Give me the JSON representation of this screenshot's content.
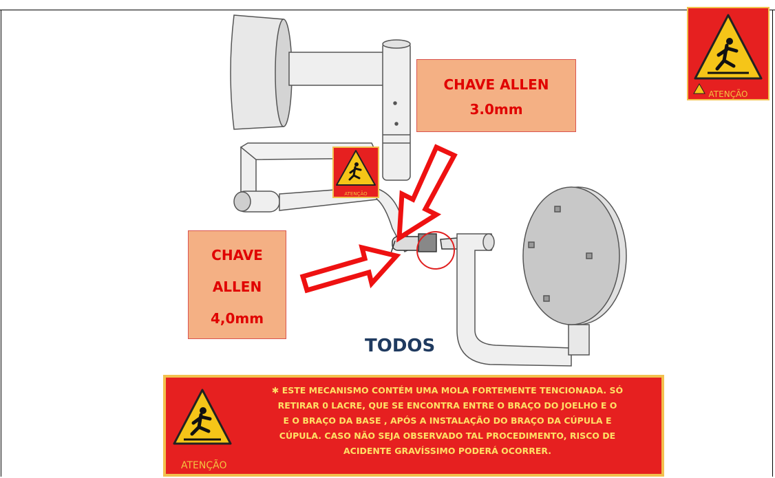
{
  "callout_top": {
    "line1": "CHAVE ALLEN",
    "line2": "3.0mm"
  },
  "callout_left": {
    "line1": "CHAVE",
    "line2": "ALLEN",
    "line3": "4,0mm"
  },
  "todos_label": "TODOS",
  "warning": {
    "label": "ATENÇÃO",
    "text_lines": [
      "✱ ESTE MECANISMO CONTÉM UMA MOLA FORTEMENTE TENCIONADA. SÓ",
      "RETIRAR 0 LACRE, QUE SE ENCONTRA ENTRE O BRAÇO DO JOELHO E O",
      "E O BRAÇO DA BASE  , APÓS A INSTALAÇÃO DO BRAÇO DA CÚPULA E",
      "CÚPULA. CASO NÃO SEJA OBSERVADO TAL PROCEDIMENTO, RISCO DE",
      "ACIDENTE GRAVÍSSIMO PODERÁ OCORRER."
    ]
  },
  "sign_label": "ATENÇÃO",
  "colors": {
    "warning_red": "#e62020",
    "warning_yellow": "#f2c14e",
    "callout_fill": "#f4b084",
    "callout_text": "#e00000"
  }
}
